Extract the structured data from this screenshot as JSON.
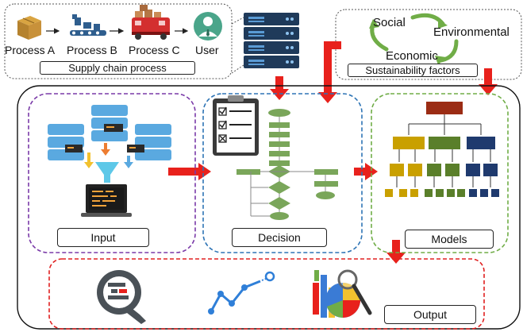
{
  "supply_chain": {
    "steps": [
      "Process A",
      "Process B",
      "Process C",
      "User"
    ],
    "caption": "Supply chain process"
  },
  "sustainability": {
    "social": "Social",
    "environmental": "Environmental",
    "economic": "Economic",
    "caption": "Sustainability factors"
  },
  "stages": {
    "input": "Input",
    "decision": "Decision",
    "models": "Models",
    "output": "Output"
  },
  "colors": {
    "arrow_red": "#e8211c",
    "input_border": "#7a3aa8",
    "decision_border": "#2e74b5",
    "models_border": "#70ad47",
    "output_border": "#e02020",
    "flow_green": "#70ad47",
    "server_navy": "#1f3a5a",
    "server_blue": "#5a9bd5"
  },
  "icons": {
    "process_a": "box-icon",
    "process_b": "conveyor-icon",
    "process_c": "truck-icon",
    "user": "user-icon",
    "server": "server-icon",
    "cycle": "recycle-arrows-icon",
    "clipboard": "checklist-icon",
    "laptop": "laptop-icon",
    "analysis": "magnifier-icon",
    "trend": "trend-line-icon",
    "chart": "chart-analysis-icon"
  }
}
